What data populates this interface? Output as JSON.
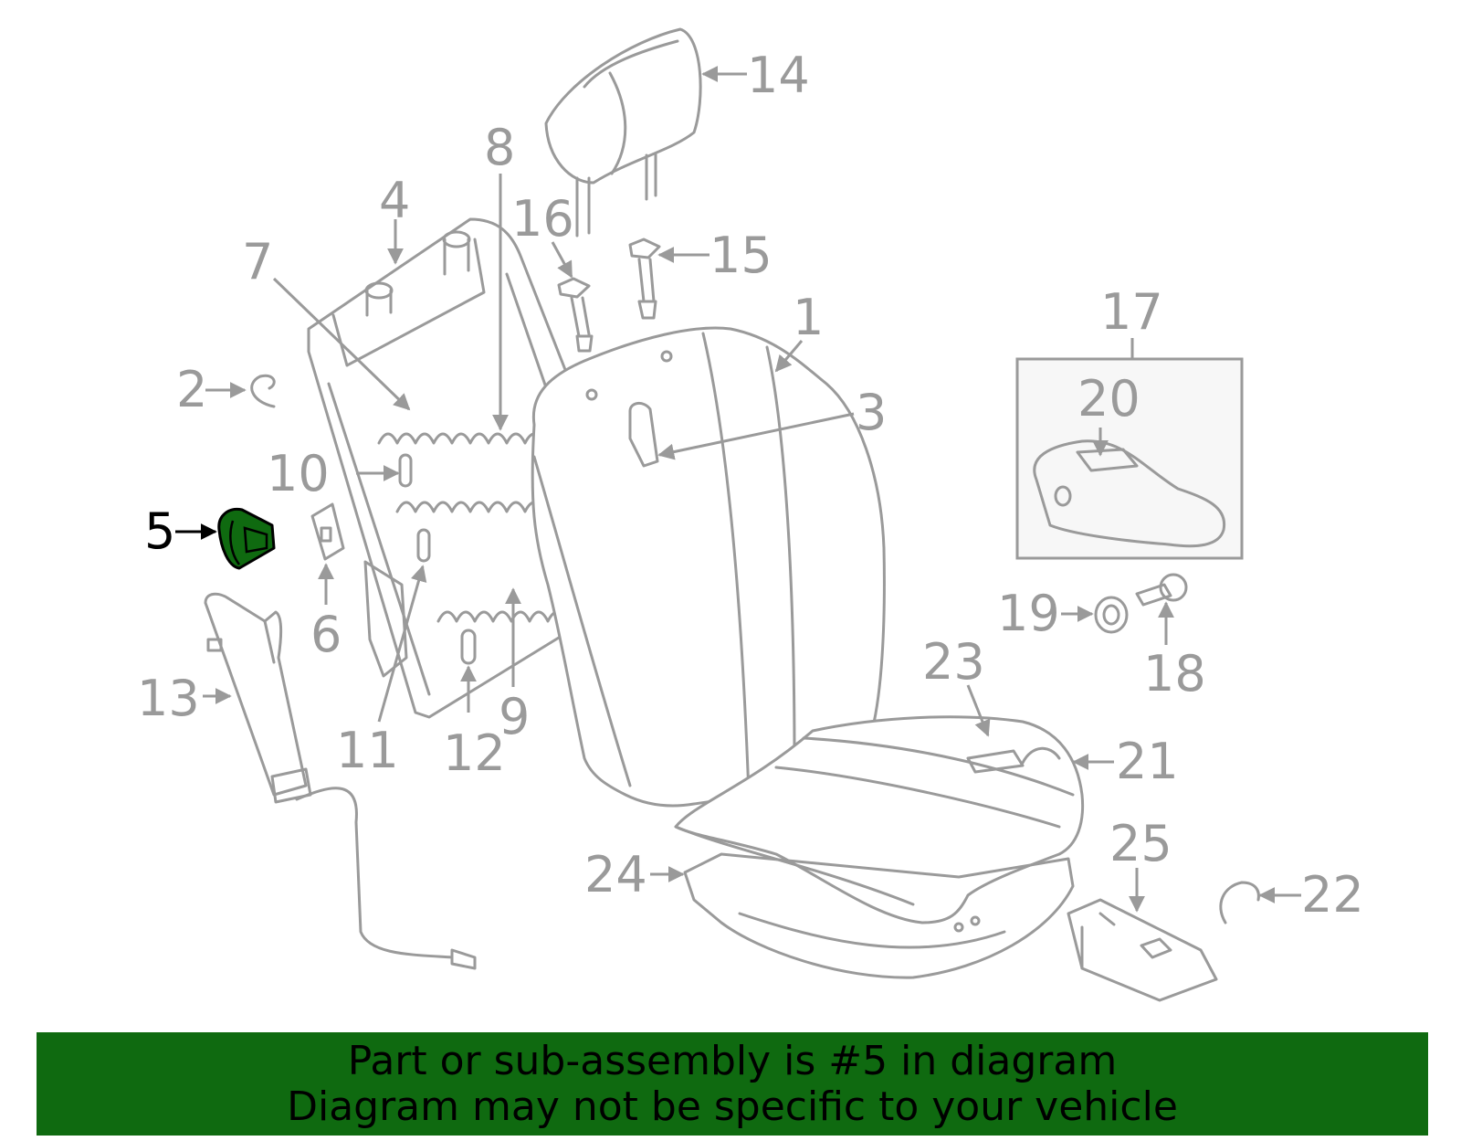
{
  "diagram": {
    "highlight_color": "#0f6a10",
    "line_color": "#9a9a9a",
    "callouts": [
      {
        "id": "1",
        "label": "1",
        "highlighted": false
      },
      {
        "id": "2",
        "label": "2",
        "highlighted": false
      },
      {
        "id": "3",
        "label": "3",
        "highlighted": false
      },
      {
        "id": "4",
        "label": "4",
        "highlighted": false
      },
      {
        "id": "5",
        "label": "5",
        "highlighted": true
      },
      {
        "id": "6",
        "label": "6",
        "highlighted": false
      },
      {
        "id": "7",
        "label": "7",
        "highlighted": false
      },
      {
        "id": "8",
        "label": "8",
        "highlighted": false
      },
      {
        "id": "9",
        "label": "9",
        "highlighted": false
      },
      {
        "id": "10",
        "label": "10",
        "highlighted": false
      },
      {
        "id": "11",
        "label": "11",
        "highlighted": false
      },
      {
        "id": "12",
        "label": "12",
        "highlighted": false
      },
      {
        "id": "13",
        "label": "13",
        "highlighted": false
      },
      {
        "id": "14",
        "label": "14",
        "highlighted": false
      },
      {
        "id": "15",
        "label": "15",
        "highlighted": false
      },
      {
        "id": "16",
        "label": "16",
        "highlighted": false
      },
      {
        "id": "17",
        "label": "17",
        "highlighted": false
      },
      {
        "id": "18",
        "label": "18",
        "highlighted": false
      },
      {
        "id": "19",
        "label": "19",
        "highlighted": false
      },
      {
        "id": "20",
        "label": "20",
        "highlighted": false
      },
      {
        "id": "21",
        "label": "21",
        "highlighted": false
      },
      {
        "id": "22",
        "label": "22",
        "highlighted": false
      },
      {
        "id": "23",
        "label": "23",
        "highlighted": false
      },
      {
        "id": "24",
        "label": "24",
        "highlighted": false
      },
      {
        "id": "25",
        "label": "25",
        "highlighted": false
      }
    ]
  },
  "banner": {
    "background": "#0f6a10",
    "line1": "Part or sub-assembly is #5 in diagram",
    "line2": "Diagram may not be specific to your vehicle"
  }
}
